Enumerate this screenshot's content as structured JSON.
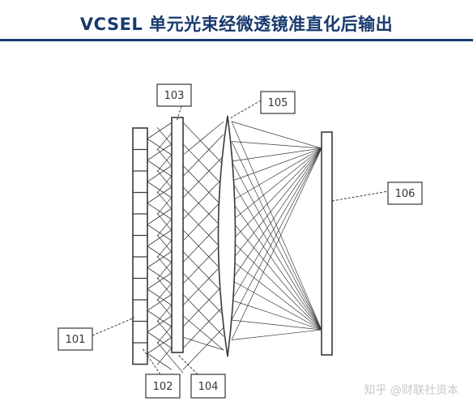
{
  "header": {
    "title": "VCSEL 单元光束经微透镜准直化后输出"
  },
  "labels": {
    "l101": "101",
    "l102": "102",
    "l103": "103",
    "l104": "104",
    "l105": "105",
    "l106": "106"
  },
  "watermark": {
    "text": "知乎 @财联社资本"
  },
  "colors": {
    "title": "#173a6e",
    "line": "#3a3a3a"
  }
}
